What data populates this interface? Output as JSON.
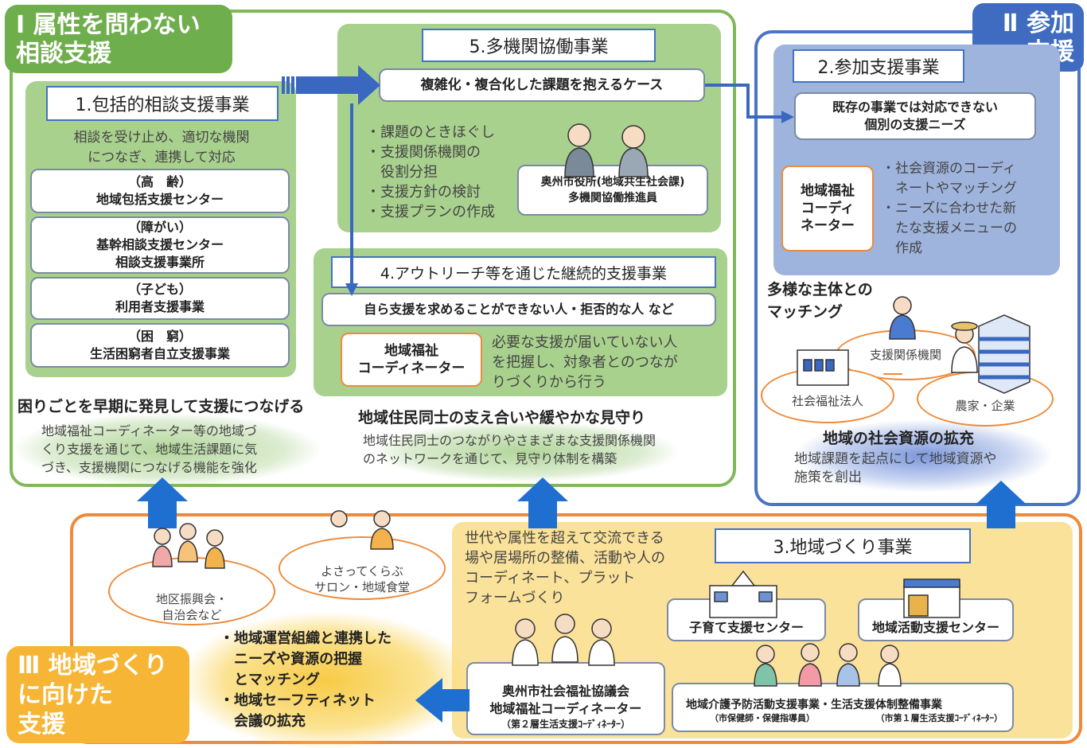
{
  "section1": {
    "tag": "Ⅰ 属性を問わない\n相談支援"
  },
  "section2": {
    "tag": "Ⅱ 参加\n支援"
  },
  "section3": {
    "tag": "Ⅲ 地域づくり\nに向けた\n支援"
  },
  "p1": {
    "title": "1.包括的相談支援事業",
    "desc": "相談を受け止め、適切な機関\nにつなぎ、連携して対応",
    "boxes": [
      "（高　齢）\n地域包括支援センター",
      "（障がい）\n基幹相談支援センター\n相談支援事業所",
      "（子ども）\n利用者支援事業",
      "（困　窮）\n生活困窮者自立支援事業"
    ],
    "heading": "困りごとを早期に発見して支援につなげる",
    "body": "地域福祉コーディネーター等の地域づ\nくり支援を通じて、地域生活課題に気\nづき、支援機関につなげる機能を強化"
  },
  "p5": {
    "title": "5.多機関協働事業",
    "case": "複雑化・複合化した課題を抱えるケース",
    "bullets": "・課題のときほぐし\n・支援関係機関の\n　役割分担\n・支援方針の検討\n・支援プランの作成",
    "staff": "奥州市役所(地域共生社会課)\n多機関協働推進員"
  },
  "p4": {
    "title": "4.アウトリーチ等を通じた継続的支援事業",
    "target": "自ら支援を求めることができない人・拒否的な人 など",
    "coord": "地域福祉\nコーディネーター",
    "desc": "必要な支援が届いていない人\nを把握し、対象者とのつなが\nりづくりから行う",
    "heading": "地域住民同士の支え合いや緩やかな見守り",
    "body": "地域住民同士のつながりやさまざまな支援関係機関\nのネットワークを通じて、見守り体制を構築"
  },
  "p2": {
    "title": "2.参加支援事業",
    "need": "既存の事業では対応できない\n個別の支援ニーズ",
    "coord": "地域福祉\nコーディ\nネーター",
    "bullets": "・社会資源のコーディ\n　ネートやマッチング\n・ニーズに合わせた新\n　たな支援メニューの\n　作成",
    "matching": "多様な主体との\nマッチング",
    "oval_agency": "支援関係機関",
    "oval_welfare": "社会福祉法人",
    "oval_farm": "農家・企業",
    "heading": "地域の社会資源の拡充",
    "body": "地域課題を起点にして地域資源や\n施策を創出"
  },
  "p3": {
    "title": "3.地域づくり事業",
    "desc": "世代や属性を超えて交流できる\n場や居場所の整備、活動や人の\nコーディネート、プラット\nフォームづくり",
    "childcare": "子育て支援センター",
    "activity": "地域活動支援センター",
    "council": "奥州市社会福祉協議会\n地域福祉コーディネーター",
    "council_sub": "（第２層生活支援ｺｰﾃﾞｨﾈｰﾀｰ）",
    "care": "地域介護予防活動支援事業・生活支援体制整備事業",
    "care_sub1": "（市保健師・保健指導員）",
    "care_sub2": "（市第１層生活支援ｺｰﾃﾞｨﾈｰﾀｰ）",
    "oval_district": "地区振興会・\n自治会など",
    "oval_salon": "よさってくらぶ\nサロン・地域食堂",
    "bullets": "・地域運営組織と連携した\n　ニーズや資源の把握\n　とマッチング\n・地域セーフティネット\n　会議の拡充"
  },
  "colors": {
    "green": "#7fb95a",
    "blue": "#4a74c4",
    "orange": "#ee8a3a",
    "yellow": "#fbe29a"
  }
}
